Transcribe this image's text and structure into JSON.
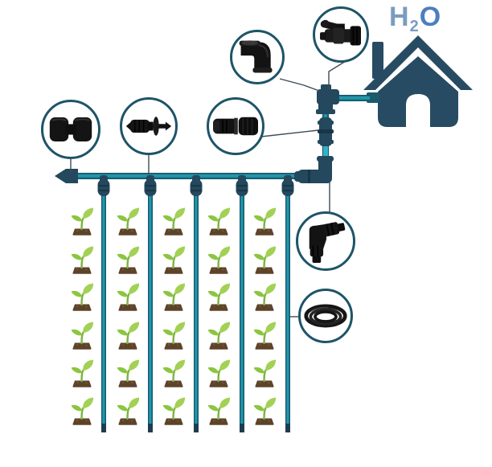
{
  "diagram": {
    "type": "irrigation-system-diagram",
    "description": "Home drip irrigation layout: water line from house feeding a mainline with drip laterals watering a plant grid"
  },
  "labels": {
    "h2o": {
      "h": "H",
      "sub": "2",
      "o": "O"
    }
  },
  "colors": {
    "pipe_teal": "#25a3b7",
    "pipe_bright_segment": "#2fb5c8",
    "pipe_dark_edge": "#16394a",
    "fitting_navy": "#24485d",
    "house_navy": "#274b63",
    "callout_ring": "#1e5468",
    "leader_line": "#3d4c56",
    "h_color": "#7b9cc0",
    "o_color": "#4a7fc1",
    "leaf_green_light": "#a2d155",
    "leaf_green_dark": "#8bc63f",
    "soil_brown": "#5d4329",
    "black_fitting": "#141414"
  },
  "callouts": [
    {
      "id": "end-closure",
      "icon": "figure8-end-closure-icon"
    },
    {
      "id": "dripper",
      "icon": "barbed-dripper-icon"
    },
    {
      "id": "elbow",
      "icon": "threaded-elbow-icon"
    },
    {
      "id": "coupler",
      "icon": "compression-coupler-icon"
    },
    {
      "id": "ball-valve",
      "icon": "ball-valve-icon"
    },
    {
      "id": "compression-elbow",
      "icon": "compression-elbow-icon"
    },
    {
      "id": "tubing-coil",
      "icon": "drip-tubing-coil-icon"
    }
  ],
  "field": {
    "plant_rows": 6,
    "plant_columns": 5,
    "plant_count": 30,
    "drip_lines": 5
  }
}
